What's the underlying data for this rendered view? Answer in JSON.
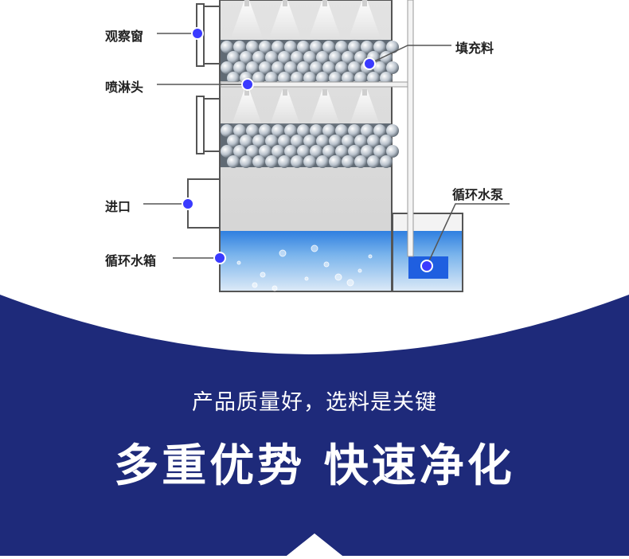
{
  "diagram": {
    "labels": {
      "observation_window": "观察窗",
      "spray_head": "喷淋头",
      "inlet": "进口",
      "circulating_tank": "循环水箱",
      "packing": "填充料",
      "circulating_pump": "循环水泵"
    }
  },
  "banner": {
    "subtitle": "产品质量好，选料是关键",
    "title": "多重优势 快速净化"
  },
  "colors": {
    "navy": "#1e2a7a",
    "marker": "#3a3aff",
    "water": "#3e8ee0",
    "pump": "#1f5fe0"
  }
}
